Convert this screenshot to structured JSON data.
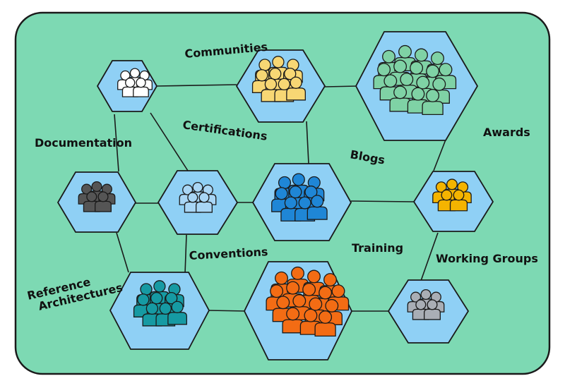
{
  "diagram": {
    "background_color": "#7dd9b3",
    "hex_fill": "#8fd0f5",
    "line_color": "#1a1a1a",
    "labels": {
      "communities": "Communities",
      "certifications": "Certifications",
      "documentation": "Documentation",
      "blogs": "Blogs",
      "awards": "Awards",
      "conventions": "Conventions",
      "training": "Training",
      "working_groups": "Working Groups",
      "reference_line1": "Reference",
      "reference_line2": "Architectures"
    },
    "nodes": [
      {
        "id": "white-group",
        "icon": "people-group-icon",
        "color": "#ffffff",
        "size": "small"
      },
      {
        "id": "yellow-group",
        "icon": "people-group-icon",
        "color": "#f7d774",
        "size": "medium"
      },
      {
        "id": "green-group",
        "icon": "people-group-icon",
        "color": "#7fd2a5",
        "size": "large"
      },
      {
        "id": "black-group",
        "icon": "people-group-icon",
        "color": "#555555",
        "size": "small"
      },
      {
        "id": "lightblue-group",
        "icon": "people-group-icon",
        "color": "#a9d6f5",
        "size": "small"
      },
      {
        "id": "blue-group",
        "icon": "people-group-icon",
        "color": "#1f86d6",
        "size": "medium"
      },
      {
        "id": "gold-group",
        "icon": "people-group-icon",
        "color": "#f4b400",
        "size": "small"
      },
      {
        "id": "teal-group",
        "icon": "people-group-icon",
        "color": "#169aa3",
        "size": "medium"
      },
      {
        "id": "orange-group",
        "icon": "people-group-icon",
        "color": "#f36c14",
        "size": "large"
      },
      {
        "id": "gray-group",
        "icon": "people-group-icon",
        "color": "#a9aeb5",
        "size": "small"
      }
    ]
  }
}
